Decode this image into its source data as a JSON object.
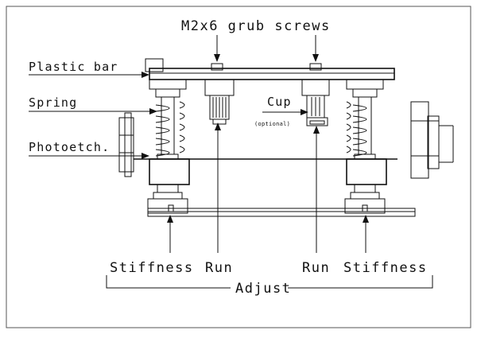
{
  "labels": {
    "grub_screws": "M2x6 grub screws",
    "plastic_bar": "Plastic bar",
    "spring": "Spring",
    "photoetch": "Photoetch.",
    "cup": "Cup",
    "cup_note": "(optional)",
    "stiffness_left": "Stiffness",
    "run_left": "Run",
    "run_right": "Run",
    "stiffness_right": "Stiffness",
    "adjust": "Adjust"
  }
}
